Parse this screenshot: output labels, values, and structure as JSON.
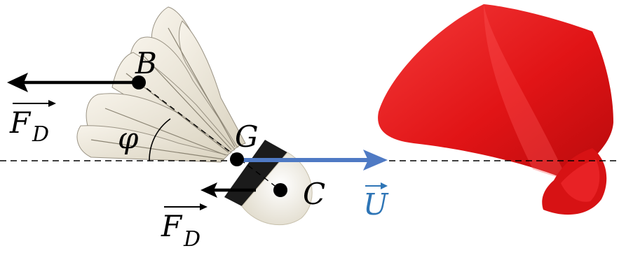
{
  "labels": {
    "B": "B",
    "G": "G",
    "C": "C",
    "phi": "φ",
    "drag_upper_main": "F",
    "drag_upper_sub": "D",
    "drag_lower_main": "F",
    "drag_lower_sub": "D",
    "velocity": "U"
  },
  "colors": {
    "force_arrow": "#000000",
    "velocity_arrow": "#4f7ac4",
    "velocity_text": "#2e75b6",
    "cone": "#e8191b",
    "cone_dark": "#b50d10",
    "feather": "#e9e3d3",
    "feather_edge": "#9a9384",
    "cork": "#f2eee4",
    "band": "#1b1b1b",
    "axis_line": "#000000"
  }
}
